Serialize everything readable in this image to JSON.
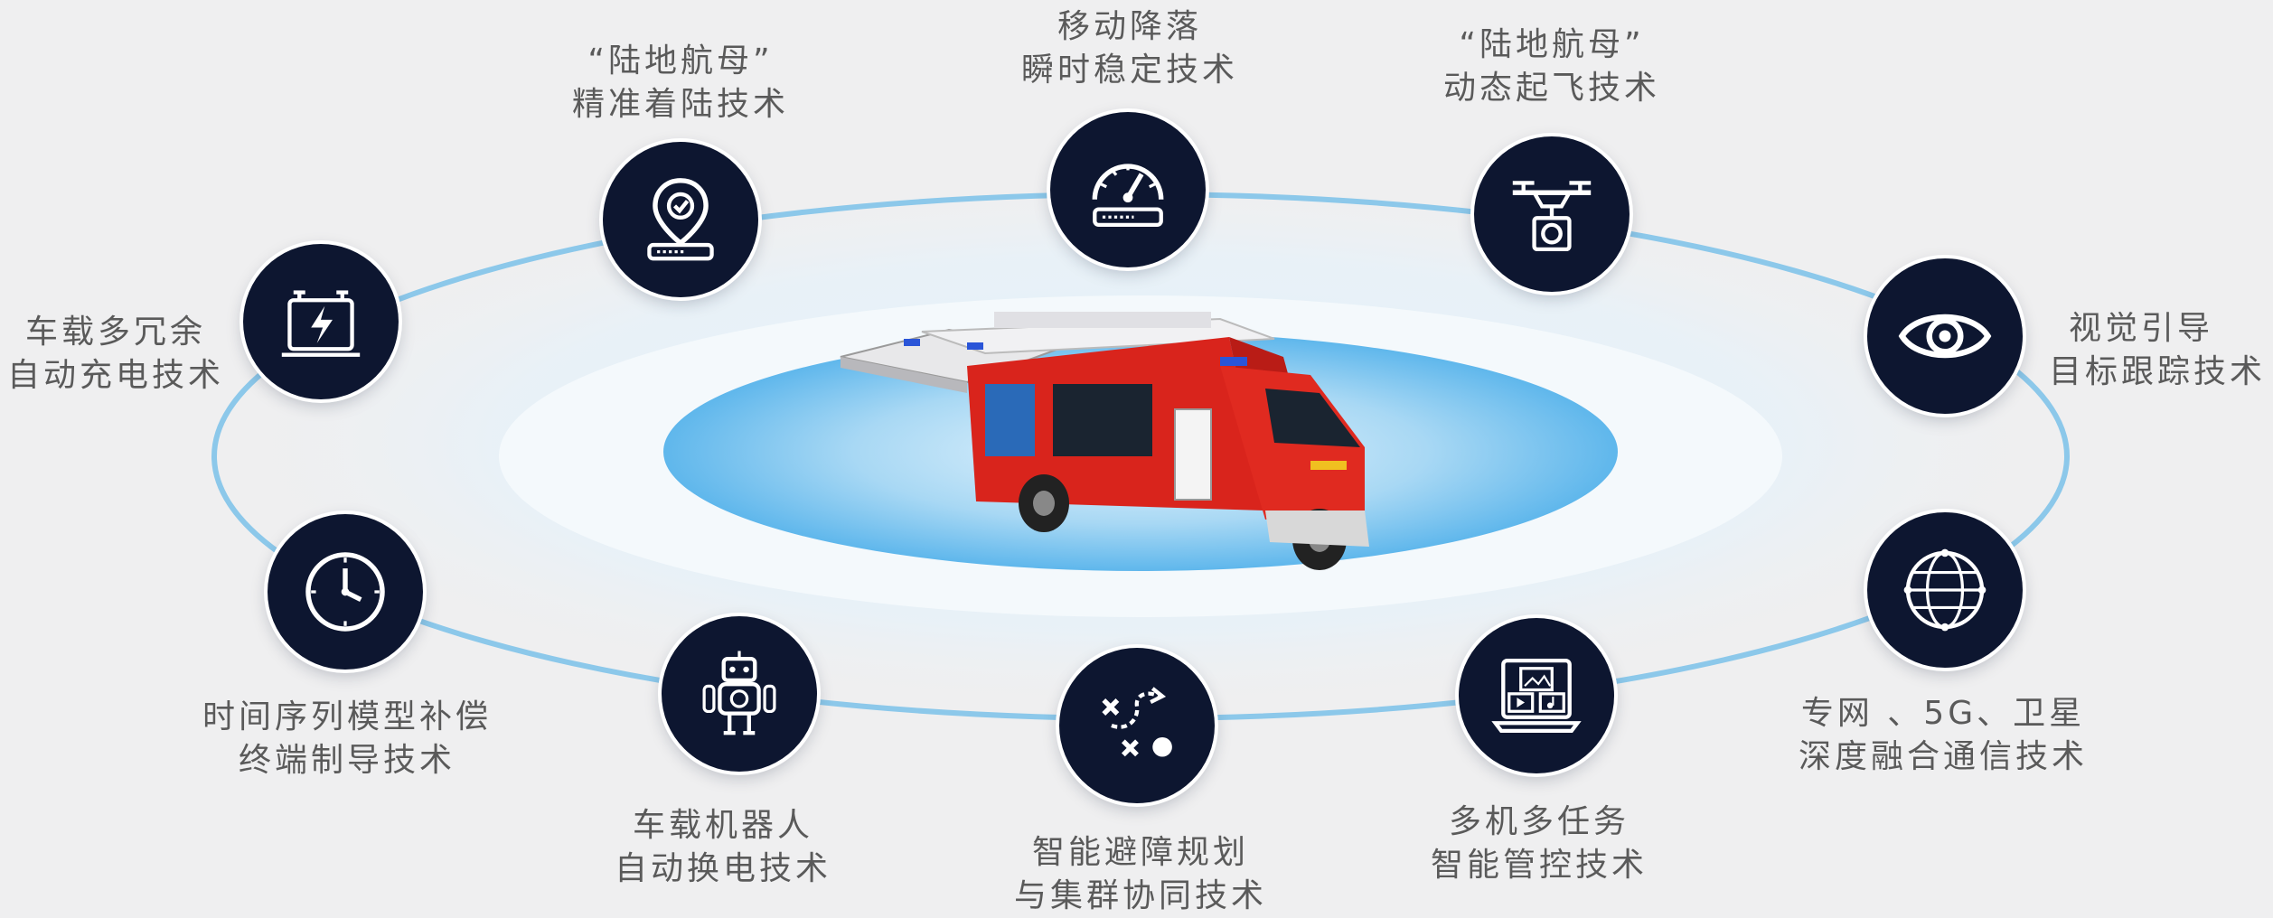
{
  "nodes": [
    {
      "id": "precision-landing",
      "icon": "map-pin-check-icon",
      "line1": "“陆地航母”",
      "line2": "精准着陆技术"
    },
    {
      "id": "mobile-landing",
      "icon": "speedometer-gauge-icon",
      "line1": "移动降落",
      "line2": "瞬时稳定技术"
    },
    {
      "id": "dynamic-takeoff",
      "icon": "drone-camera-icon",
      "line1": "“陆地航母”",
      "line2": "动态起飞技术"
    },
    {
      "id": "visual-guidance",
      "icon": "eye-icon",
      "line1": "视觉引导",
      "line2": "目标跟踪技术"
    },
    {
      "id": "network-fusion",
      "icon": "globe-network-icon",
      "line1": "专网 、5G、卫星",
      "line2": "深度融合通信技术"
    },
    {
      "id": "multi-task",
      "icon": "laptop-media-icon",
      "line1": "多机多任务",
      "line2": "智能管控技术"
    },
    {
      "id": "obstacle-avoidance",
      "icon": "strategy-path-icon",
      "line1": "智能避障规划",
      "line2": "与集群协同技术"
    },
    {
      "id": "battery-swap",
      "icon": "robot-icon",
      "line1": "车载机器人",
      "line2": "自动换电技术"
    },
    {
      "id": "time-series",
      "icon": "clock-icon",
      "line1": "时间序列模型补偿",
      "line2": "终端制导技术"
    },
    {
      "id": "auto-charge",
      "icon": "battery-charge-icon",
      "line1": "车载多冗余",
      "line2": "自动充电技术"
    }
  ],
  "colors": {
    "node_bg": "#0d1630",
    "orbit": "#8cc8ea",
    "platform": "#bfe3f6",
    "truck_body": "#d9241c",
    "label_text": "#5a5a5a"
  }
}
